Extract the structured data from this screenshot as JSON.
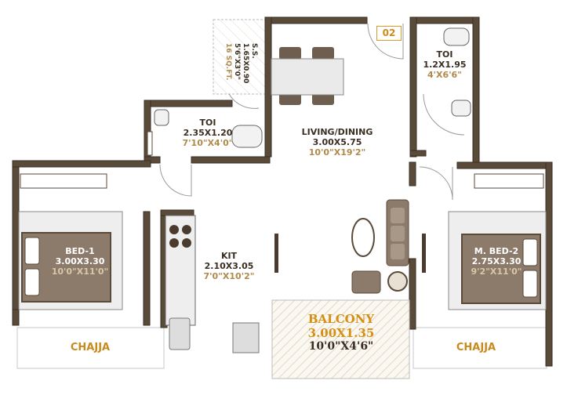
{
  "unit_number": "02",
  "rooms": {
    "toilet_top": {
      "name": "TOI",
      "dim_m": "1.2X1.95",
      "dim_ft": "4'X6'6\""
    },
    "toilet_left": {
      "name": "TOI",
      "dim_m": "2.35X1.20",
      "dim_ft": "7'10\"X4'0\""
    },
    "living_dining": {
      "name": "LIVING/DINING",
      "dim_m": "3.00X5.75",
      "dim_ft": "10'0\"X19'2\""
    },
    "bed1": {
      "name": "BED-1",
      "dim_m": "3.00X3.30",
      "dim_ft": "10'0\"X11'0\""
    },
    "mbed2": {
      "name": "M. BED-2",
      "dim_m": "2.75X3.30",
      "dim_ft": "9'2\"X11'0\""
    },
    "kitchen": {
      "name": "KIT",
      "dim_m": "2.10X3.05",
      "dim_ft": "7'0\"X10'2\""
    },
    "balcony": {
      "name": "BALCONY",
      "dim_m": "3.00X1.35",
      "dim_ft": "10'0\"X4'6\""
    }
  },
  "service_shaft": {
    "name": "S.S.",
    "dim_m": "1.65X0.90",
    "dim_ft": "5'6\"X3'0\"",
    "area": "16 SQ.FT."
  },
  "chajja_left": "CHAJJA",
  "chajja_right": "CHAJJA",
  "colors": {
    "wall": "#4a3b2e",
    "wall_fill": "#5a4a3a",
    "bed_fill": "#8c7b6b",
    "furniture": "#6e5e50",
    "balcony_hatch": "#e8e0d2",
    "door_arc": "#9a9a9a"
  }
}
